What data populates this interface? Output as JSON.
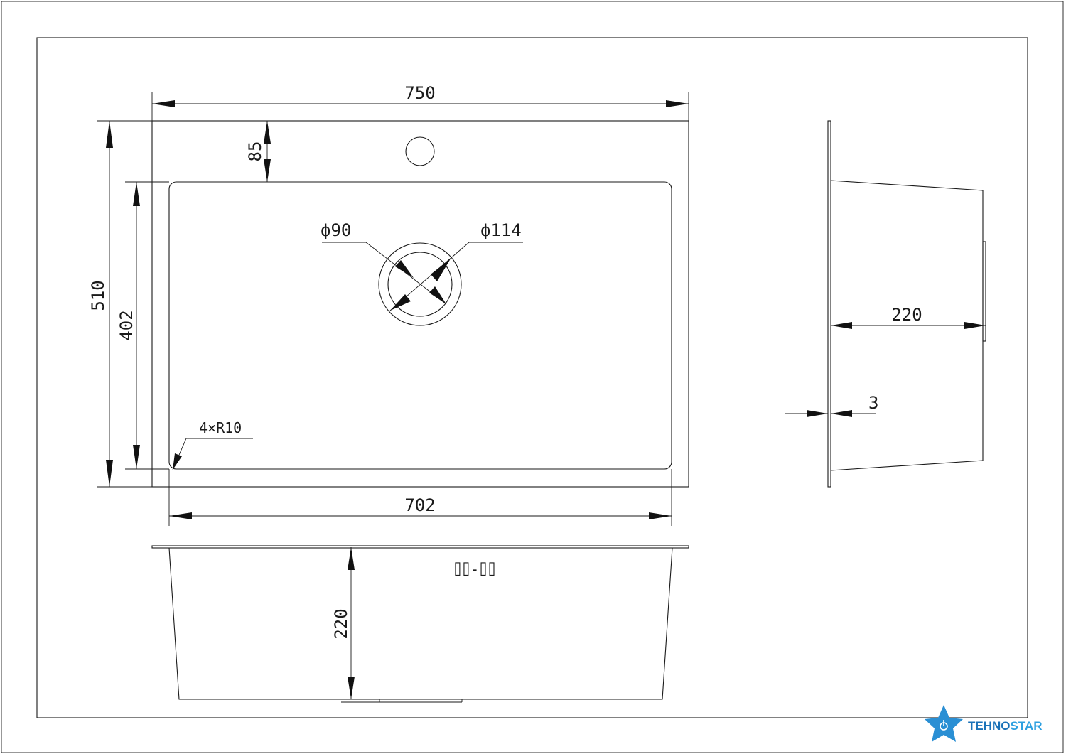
{
  "dimensions": {
    "width_top": "750",
    "faucet_offset": "85",
    "overall_length": "510",
    "bowl_length": "402",
    "bowl_width": "702",
    "depth_front": "220",
    "depth_side": "220",
    "thickness": "3",
    "drain_inner": "ϕ90",
    "drain_outer": "ϕ114",
    "corner_radius": "4×R10"
  },
  "marking": "⌷⌷-⌷⌷",
  "logo": {
    "name_part1": "TEHNO",
    "name_part2": "STAR",
    "color_part1": "#1a72b8",
    "color_part2": "#2da0e0",
    "icon": "star-power-icon"
  }
}
